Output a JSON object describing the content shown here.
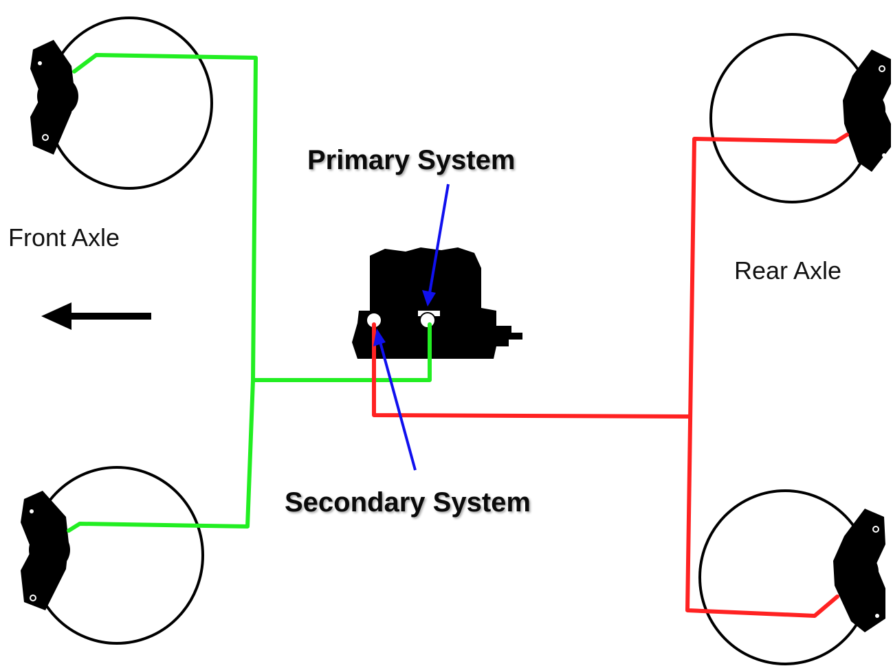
{
  "labels": {
    "front_axle": "Front Axle",
    "rear_axle": "Rear Axle",
    "primary_system": "Primary System",
    "secondary_system": "Secondary System"
  },
  "colors": {
    "primary_line": "#22ee22",
    "secondary_line": "#ff2222",
    "pointer_arrow": "#1010ee",
    "component": "#000000",
    "background": "#ffffff"
  },
  "icons": {
    "direction": "arrow-left-icon",
    "master_cylinder": "master-cylinder-icon",
    "caliper": "brake-caliper-icon"
  }
}
